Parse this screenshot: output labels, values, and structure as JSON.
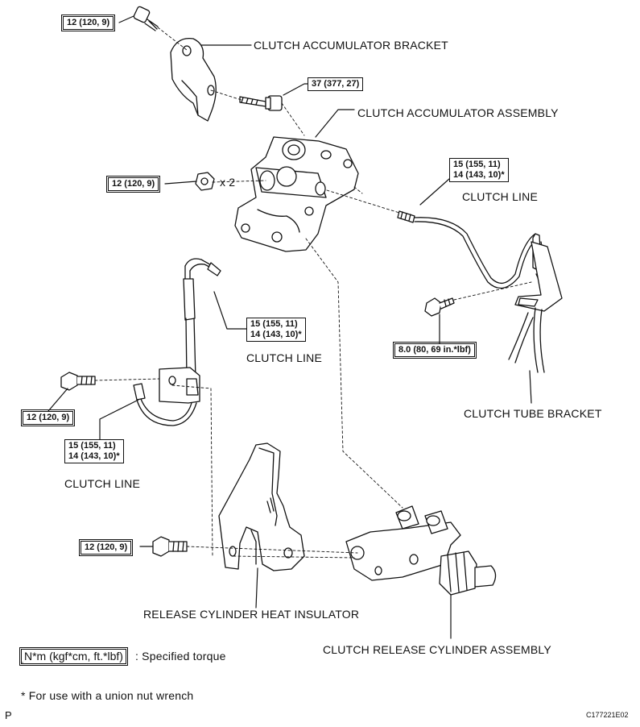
{
  "labels": {
    "accumulator_bracket": "CLUTCH ACCUMULATOR BRACKET",
    "accumulator_assembly": "CLUTCH ACCUMULATOR ASSEMBLY",
    "clutch_line_right": "CLUTCH LINE",
    "clutch_line_mid": "CLUTCH LINE",
    "clutch_line_left": "CLUTCH LINE",
    "tube_bracket": "CLUTCH TUBE BRACKET",
    "heat_insulator": "RELEASE CYLINDER HEAT INSULATOR",
    "release_cylinder": "CLUTCH RELEASE CYLINDER ASSEMBLY",
    "times_two": "x 2"
  },
  "torques": {
    "bracket_bolt": "12 (120, 9)",
    "accumulator_bolt": "37 (377, 27)",
    "accumulator_nut": "12 (120, 9)",
    "line_right_1": "15 (155, 11)",
    "line_right_2": "14 (143, 10)*",
    "tube_bracket_bolt": "8.0 (80, 69 in.*lbf)",
    "line_mid_1": "15 (155, 11)",
    "line_mid_2": "14 (143, 10)*",
    "hose_bracket_bolt": "12 (120, 9)",
    "line_left_1": "15 (155, 11)",
    "line_left_2": "14 (143, 10)*",
    "release_bolt": "12 (120, 9)"
  },
  "legend": {
    "unit": "N*m (kgf*cm, ft.*lbf)",
    "desc": ": Specified torque",
    "footnote": "* For use with a union nut wrench"
  },
  "corner": {
    "left": "P",
    "right": "C177221E02"
  }
}
